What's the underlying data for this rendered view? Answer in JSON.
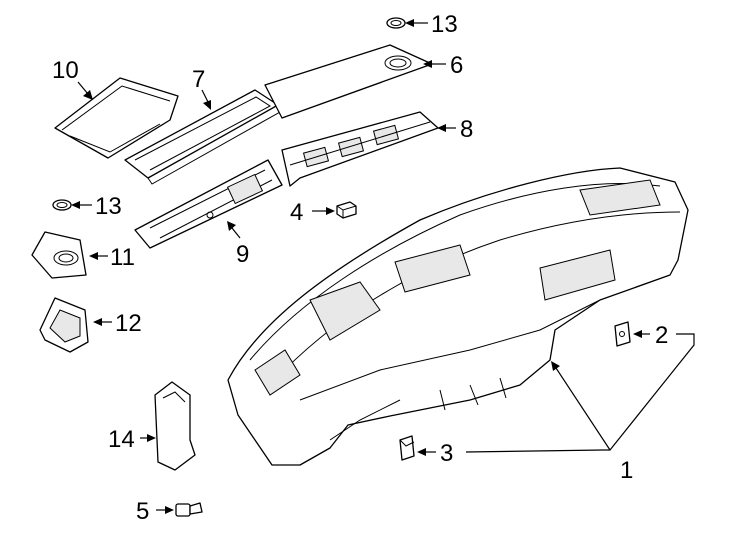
{
  "diagram": {
    "callouts": [
      "1",
      "2",
      "3",
      "4",
      "5",
      "6",
      "7",
      "8",
      "9",
      "10",
      "11",
      "12",
      "13",
      "13",
      "14"
    ]
  }
}
